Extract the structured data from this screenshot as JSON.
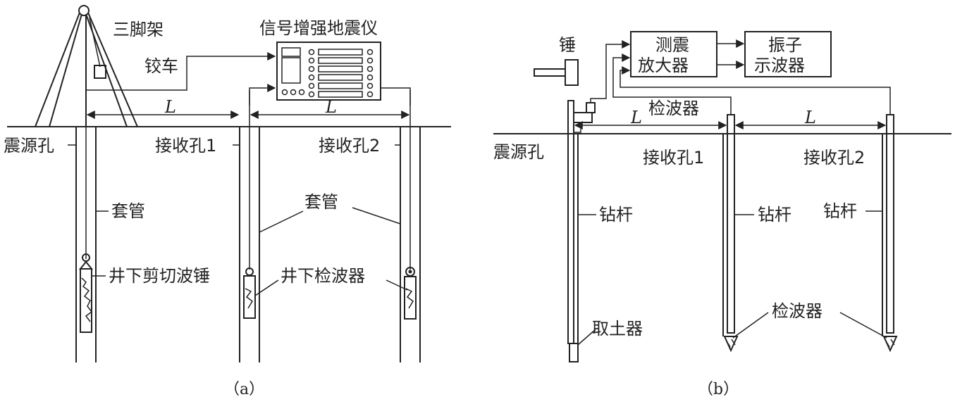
{
  "panel_a": {
    "tripod": "三脚架",
    "winch": "铰车",
    "seismograph": "信号增强地震仪",
    "distance_1": "L",
    "distance_2": "L",
    "source_hole": "震源孔",
    "receiver_1": "接收孔1",
    "receiver_2": "接收孔2",
    "casing_1": "套管",
    "casing_2": "套管",
    "shear_hammer": "井下剪切波锤",
    "downhole_geophone": "井下检波器",
    "caption": "（a）"
  },
  "panel_b": {
    "hammer": "锤",
    "amplifier": [
      "测震",
      "放大器"
    ],
    "oscilloscope": [
      "振子",
      "示波器"
    ],
    "geophone_top": "检波器",
    "distance_1": "L",
    "distance_2": "L",
    "source_hole": "震源孔",
    "receiver_1": "接收孔1",
    "receiver_2": "接收孔2",
    "drill_rod_1": "钻杆",
    "drill_rod_2": "钻杆",
    "drill_rod_3": "钻杆",
    "sampler": "取土器",
    "geophone_bottom": "检波器",
    "caption": "（b）"
  }
}
